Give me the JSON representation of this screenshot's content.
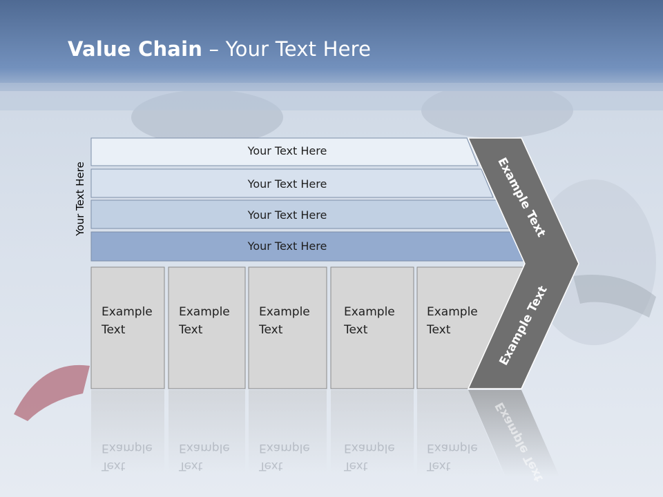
{
  "slide": {
    "title_bold": "Value Chain",
    "title_rest": " – Your Text Here",
    "side_label": "Your Text Here"
  },
  "bands": [
    {
      "label": "Your Text Here",
      "color": "#eaf0f7"
    },
    {
      "label": "Your Text Here",
      "color": "#d7e1ee"
    },
    {
      "label": "Your Text Here",
      "color": "#c1d0e3"
    },
    {
      "label": "Your Text Here",
      "color": "#94abcf"
    }
  ],
  "activities": [
    {
      "line1": "Example",
      "line2": "Text"
    },
    {
      "line1": "Example",
      "line2": "Text"
    },
    {
      "line1": "Example",
      "line2": "Text"
    },
    {
      "line1": "Example",
      "line2": "Text"
    },
    {
      "line1": "Example",
      "line2": "Text"
    }
  ],
  "arrow": {
    "upper_label": "Example Text",
    "lower_label": "Example Text",
    "color": "#6f6f6f"
  },
  "colors": {
    "header": "#6f8db8",
    "box_fill": "#d6d6d6",
    "title_text": "#ffffff"
  }
}
